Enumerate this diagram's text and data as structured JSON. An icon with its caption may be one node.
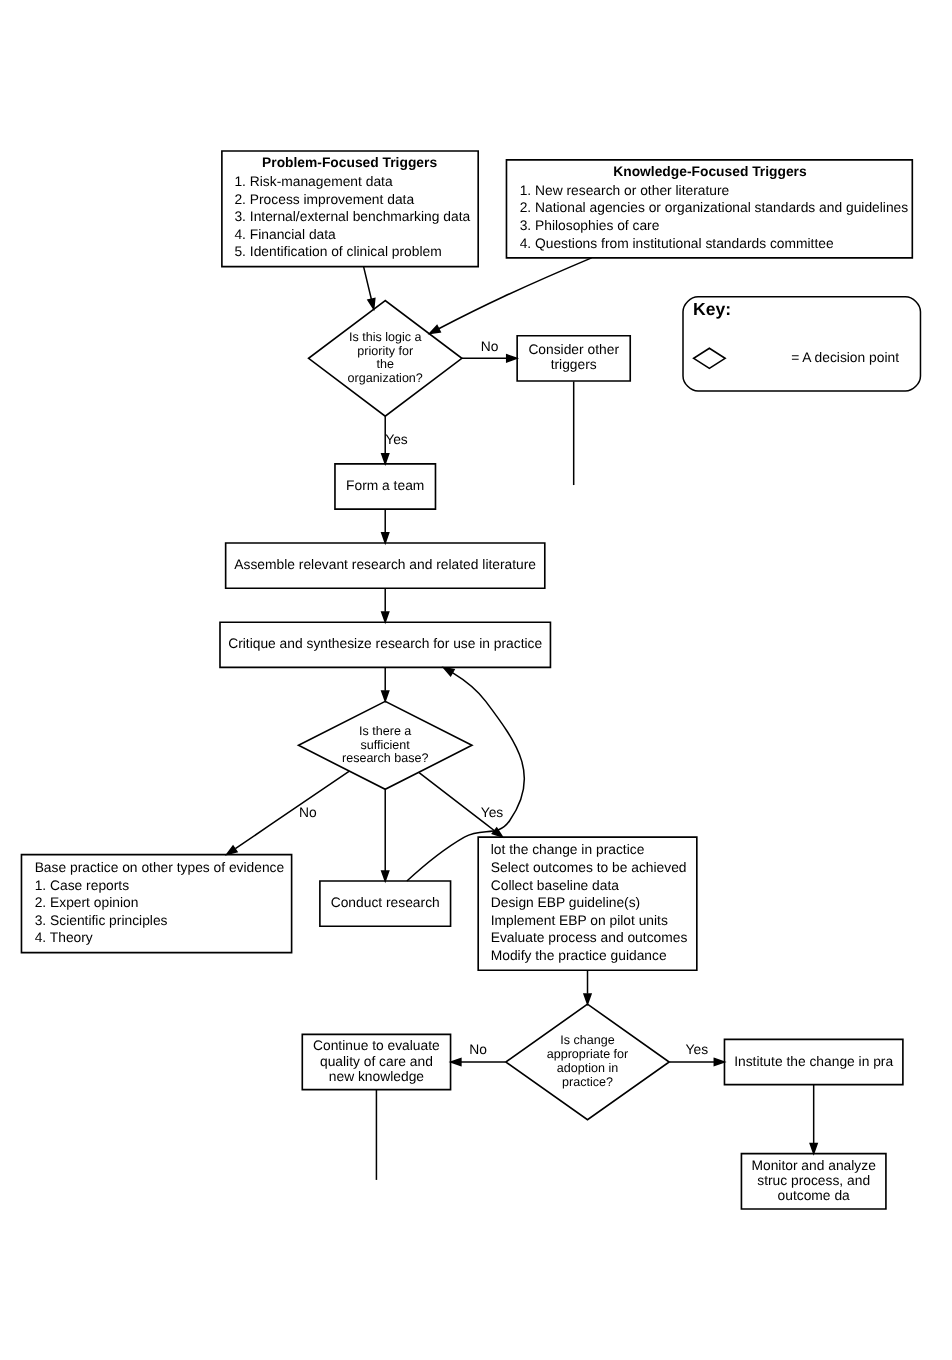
{
  "diagram": {
    "nodes": [
      {
        "text": [
          "Problem-Focused Triggers",
          "1. Risk-management data",
          "2. Process improvement data",
          "3. Internal/external benchmarking data",
          "4. Financial data",
          "5. Identification of clinical problem"
        ]
      },
      {
        "text": [
          "Knowledge-Focused Triggers",
          "1. New research or other literature",
          "2. National agencies or organizational standards and guidelines",
          "3. Philosophies of care",
          "4. Questions from institutional standards committee"
        ]
      },
      {
        "text": [
          "Is this logic a priority for the organization?"
        ]
      },
      {
        "text": [
          "Consider other triggers"
        ]
      },
      {
        "text": [
          "Form a team"
        ]
      },
      {
        "text": [
          "Assemble relevant research and related literature"
        ]
      },
      {
        "text": [
          "Critique and synthesize research for use in practice"
        ]
      },
      {
        "text": [
          "Is there a sufficient research base?"
        ]
      },
      {
        "text": [
          "lot the change in practice",
          "Select outcomes to be achieved",
          "Collect baseline data",
          "Design EBP guideline(s)",
          "Implement EBP on pilot units",
          "Evaluate process and outcomes",
          "Modify the practice guidance"
        ]
      },
      {
        "text": [
          "Base practice on other types of evidence",
          "1. Case reports",
          "2. Expert opinion",
          "3. Scientific principles",
          "4. Theory"
        ]
      },
      {
        "text": [
          "Conduct research"
        ]
      },
      {
        "text": [
          "Is change appropriate for adoption in practice?"
        ]
      },
      {
        "text": [
          "Continue to evaluate quality of care and new knowledge"
        ]
      },
      {
        "text": [
          "Institute the change in pra"
        ]
      },
      {
        "text": [
          "Monitor and analyze struc process, and outcome da"
        ]
      },
      {
        "text": [
          "Key:"
        ]
      }
    ],
    "edges": [
      {
        "from": 0,
        "to": 2,
        "arrow": "to"
      },
      {
        "from": 1,
        "to": 2,
        "arrow": "to"
      },
      {
        "from": 2,
        "to": 3,
        "arrow": "to",
        "label": "No"
      },
      {
        "from": 3,
        "to": null,
        "arrow": "none"
      },
      {
        "from": 2,
        "to": 4,
        "arrow": "to",
        "label": "Yes"
      },
      {
        "from": 4,
        "to": 5,
        "arrow": "to"
      },
      {
        "from": 5,
        "to": 6,
        "arrow": "to"
      },
      {
        "from": 6,
        "to": 7,
        "arrow": "to"
      },
      {
        "from": 7,
        "to": 8,
        "arrow": "to",
        "label": "Yes"
      },
      {
        "from": 7,
        "to": 9,
        "arrow": "to",
        "label": "No"
      },
      {
        "from": 7,
        "to": 10,
        "arrow": "to"
      },
      {
        "from": 10,
        "to": 6,
        "arrow": "to"
      },
      {
        "from": 8,
        "to": 11,
        "arrow": "to"
      },
      {
        "from": 11,
        "to": 12,
        "arrow": "to",
        "label": "No"
      },
      {
        "from": 12,
        "to": null,
        "arrow": "none"
      },
      {
        "from": 11,
        "to": 13,
        "arrow": "to",
        "label": "Yes"
      },
      {
        "from": 13,
        "to": 14,
        "arrow": "to"
      }
    ],
    "legend": [
      {
        "text": "= A decision point"
      }
    ]
  }
}
